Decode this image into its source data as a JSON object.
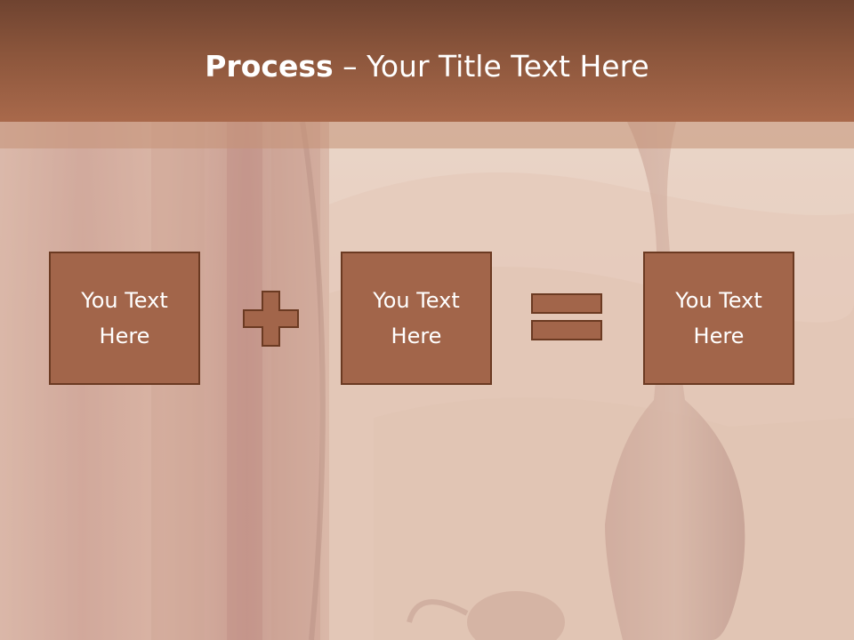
{
  "slide": {
    "title_bold": "Process",
    "title_separator": " – ",
    "title_rest": "Your Title Text Here"
  },
  "process": {
    "boxes": [
      {
        "text": "You Text Here"
      },
      {
        "text": "You Text Here"
      },
      {
        "text": "You Text Here"
      }
    ],
    "operators": [
      "plus-icon",
      "equals-icon"
    ]
  },
  "colors": {
    "header": "#8c563c",
    "box_fill": "#a2654a",
    "box_border": "#6b3a22",
    "background": "#e6cdbf"
  }
}
